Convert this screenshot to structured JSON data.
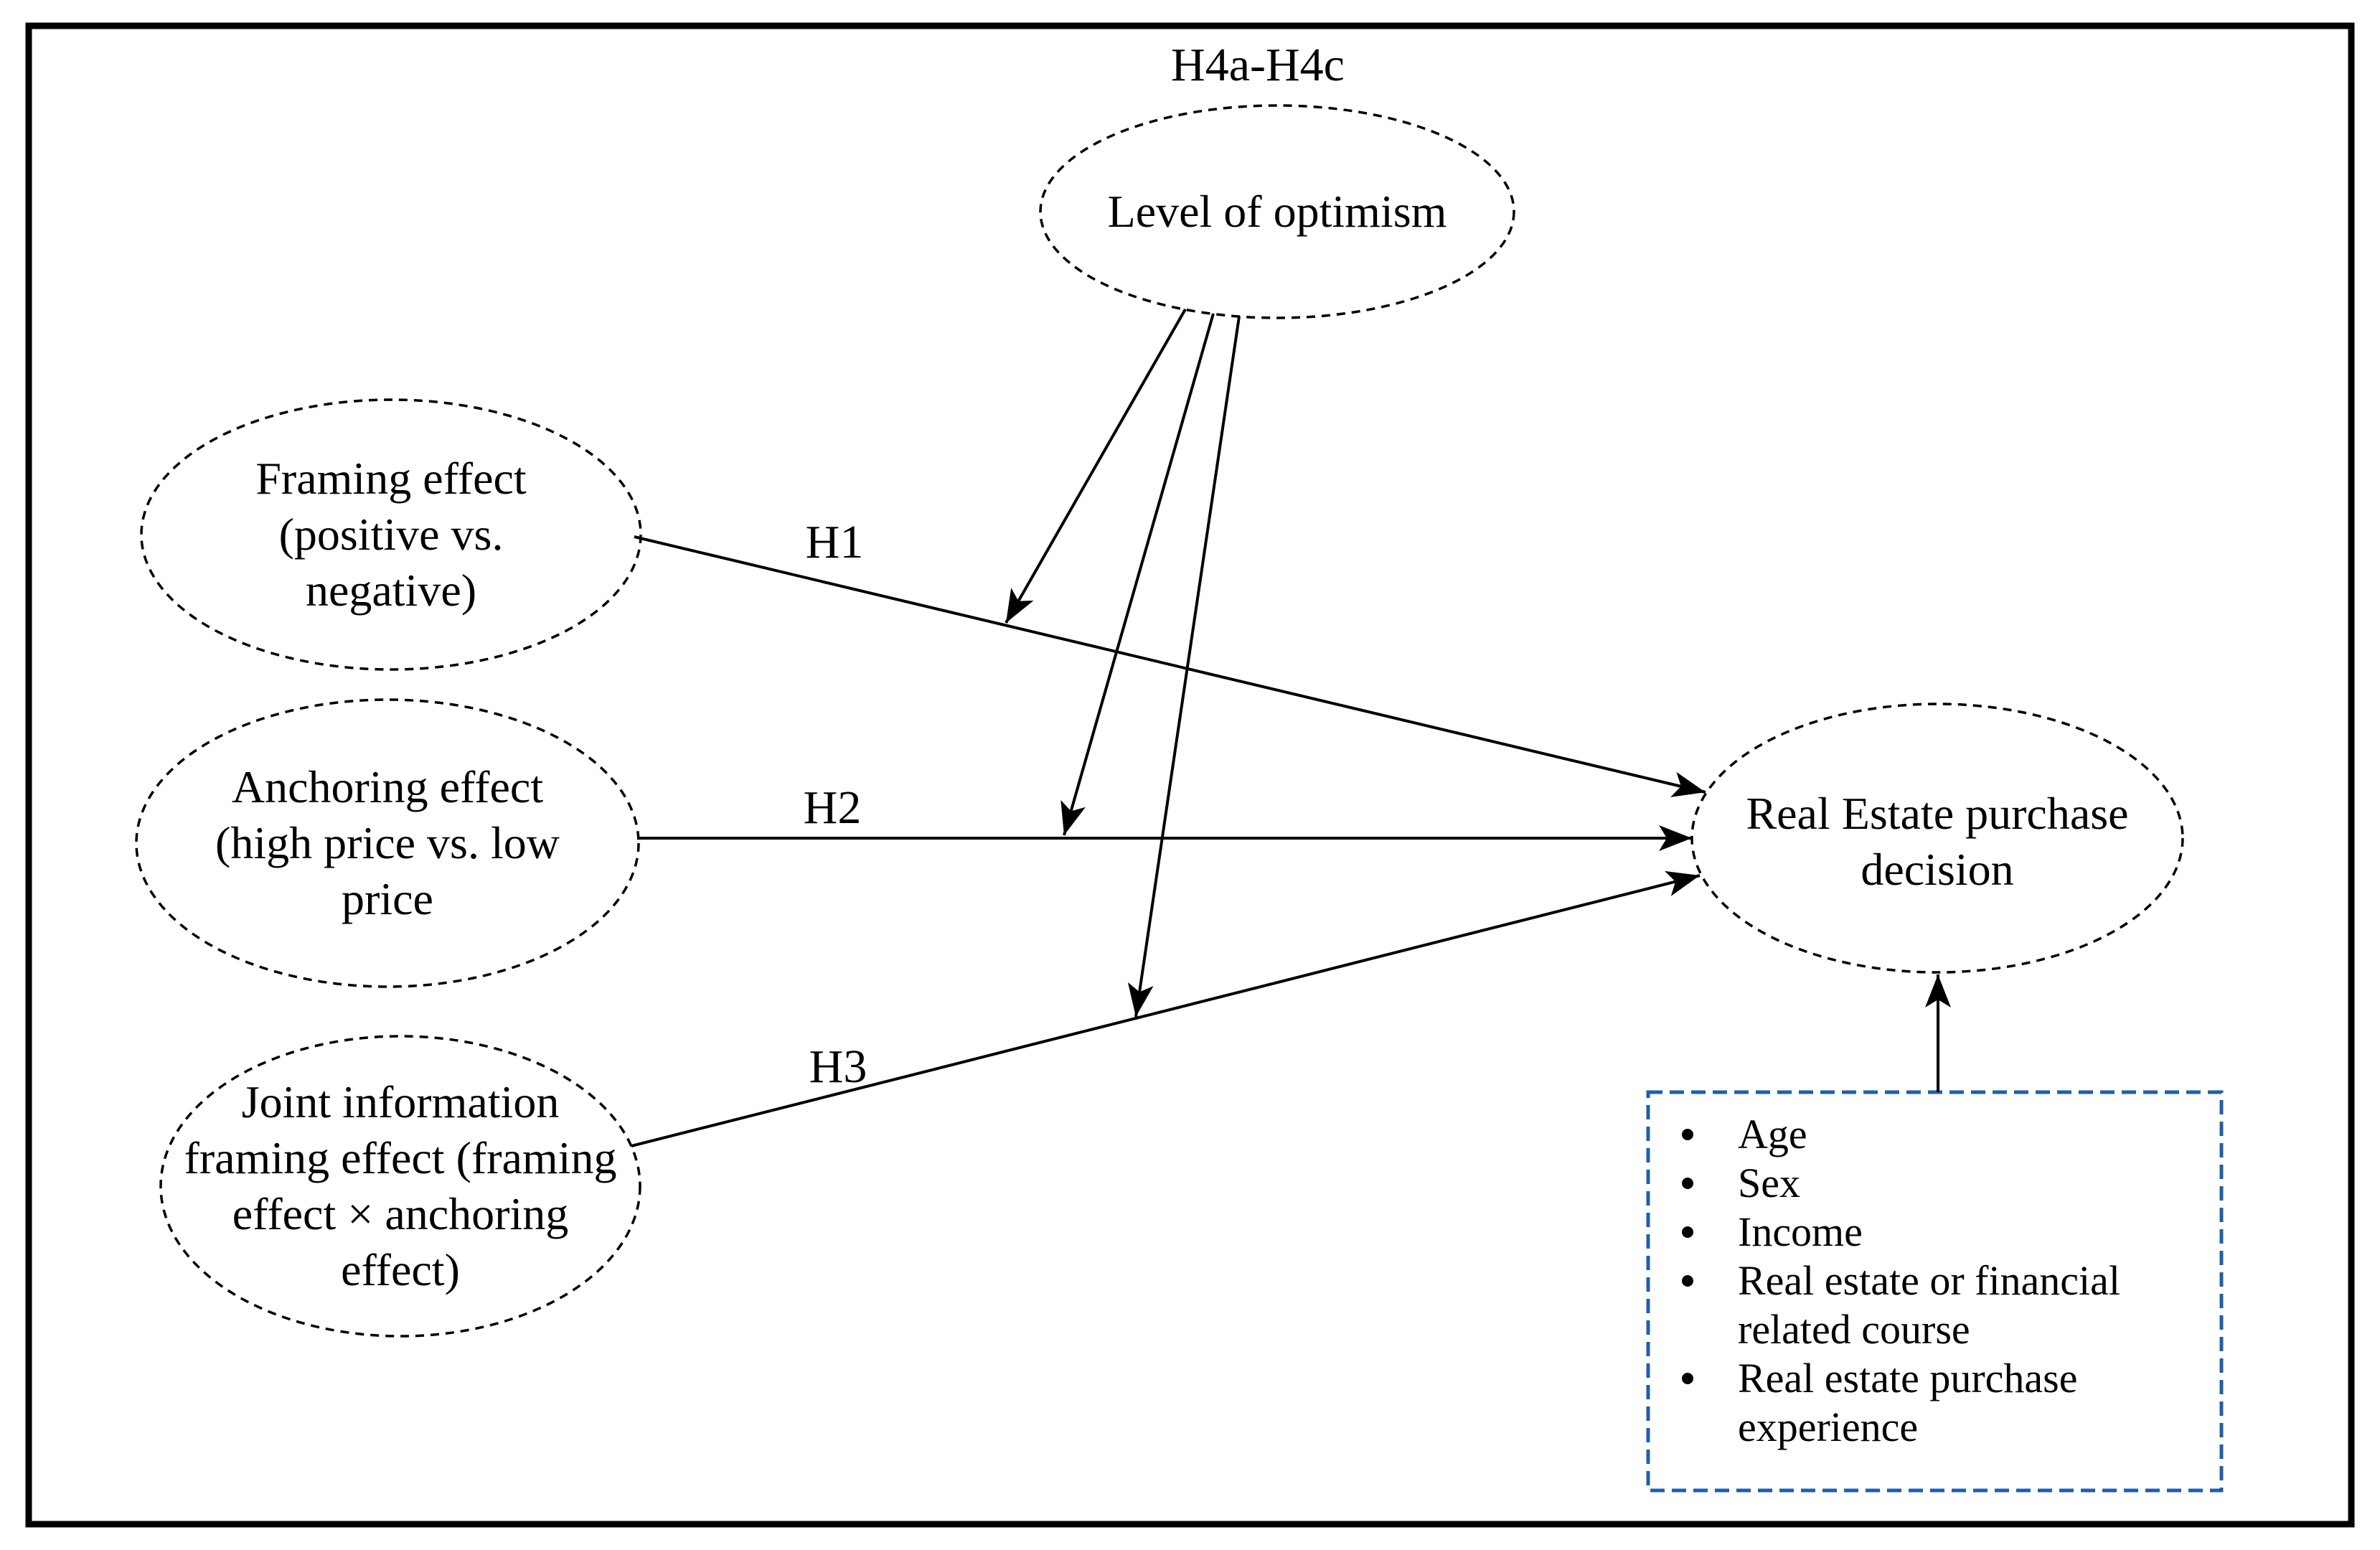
{
  "figure": {
    "h4_label": "H4a-H4c",
    "path_labels": {
      "h1": "H1",
      "h2": "H2",
      "h3": "H3"
    },
    "nodes": {
      "optimism": {
        "line1": "Level of optimism"
      },
      "framing": {
        "line1": "Framing effect",
        "line2": "(positive vs.",
        "line3": "negative)"
      },
      "anchoring": {
        "line1": "Anchoring effect",
        "line2": "(high price vs. low",
        "line3": "price"
      },
      "joint": {
        "line1": "Joint information",
        "line2": "framing effect (framing",
        "line3": "effect × anchoring",
        "line4": "effect)"
      },
      "outcome": {
        "line1": "Real Estate purchase",
        "line2": "decision"
      }
    },
    "covariates": {
      "items": [
        "Age",
        "Sex",
        "Income",
        "Real estate or financial related course",
        "Real estate purchase experience"
      ],
      "display": {
        "line1": "Age",
        "line2": "Sex",
        "line3": "Income",
        "line4": "Real estate or financial",
        "line5": "related course",
        "line6": "Real estate purchase",
        "line7": "experience"
      }
    },
    "colors": {
      "ink": "#000000",
      "covariate_border": "#1F5FA8",
      "background": "#FFFFFF"
    }
  }
}
